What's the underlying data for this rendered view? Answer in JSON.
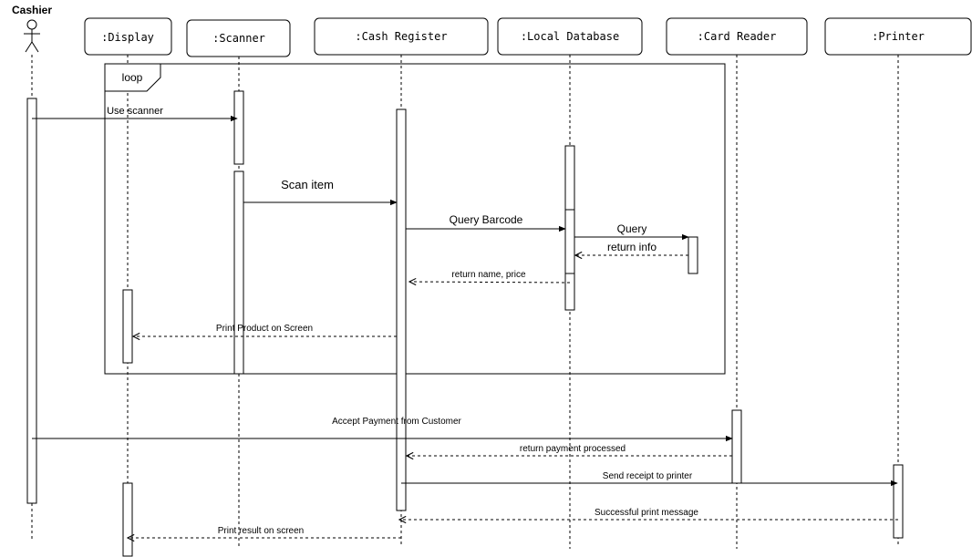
{
  "actor": {
    "name": "Cashier"
  },
  "participants": [
    ":Display",
    ":Scanner",
    ":Cash Register",
    ":Local Database",
    ":Card Reader",
    ":Printer"
  ],
  "fragment": {
    "operator": "loop"
  },
  "messages": [
    "Use scanner",
    "Scan item",
    "Query Barcode",
    "Query",
    "return info",
    "return name, price",
    "Print Product on Screen",
    "Accept Payment from Customer",
    "return payment processed",
    "Send receipt to printer",
    "Successful print message",
    "Print result on screen"
  ]
}
